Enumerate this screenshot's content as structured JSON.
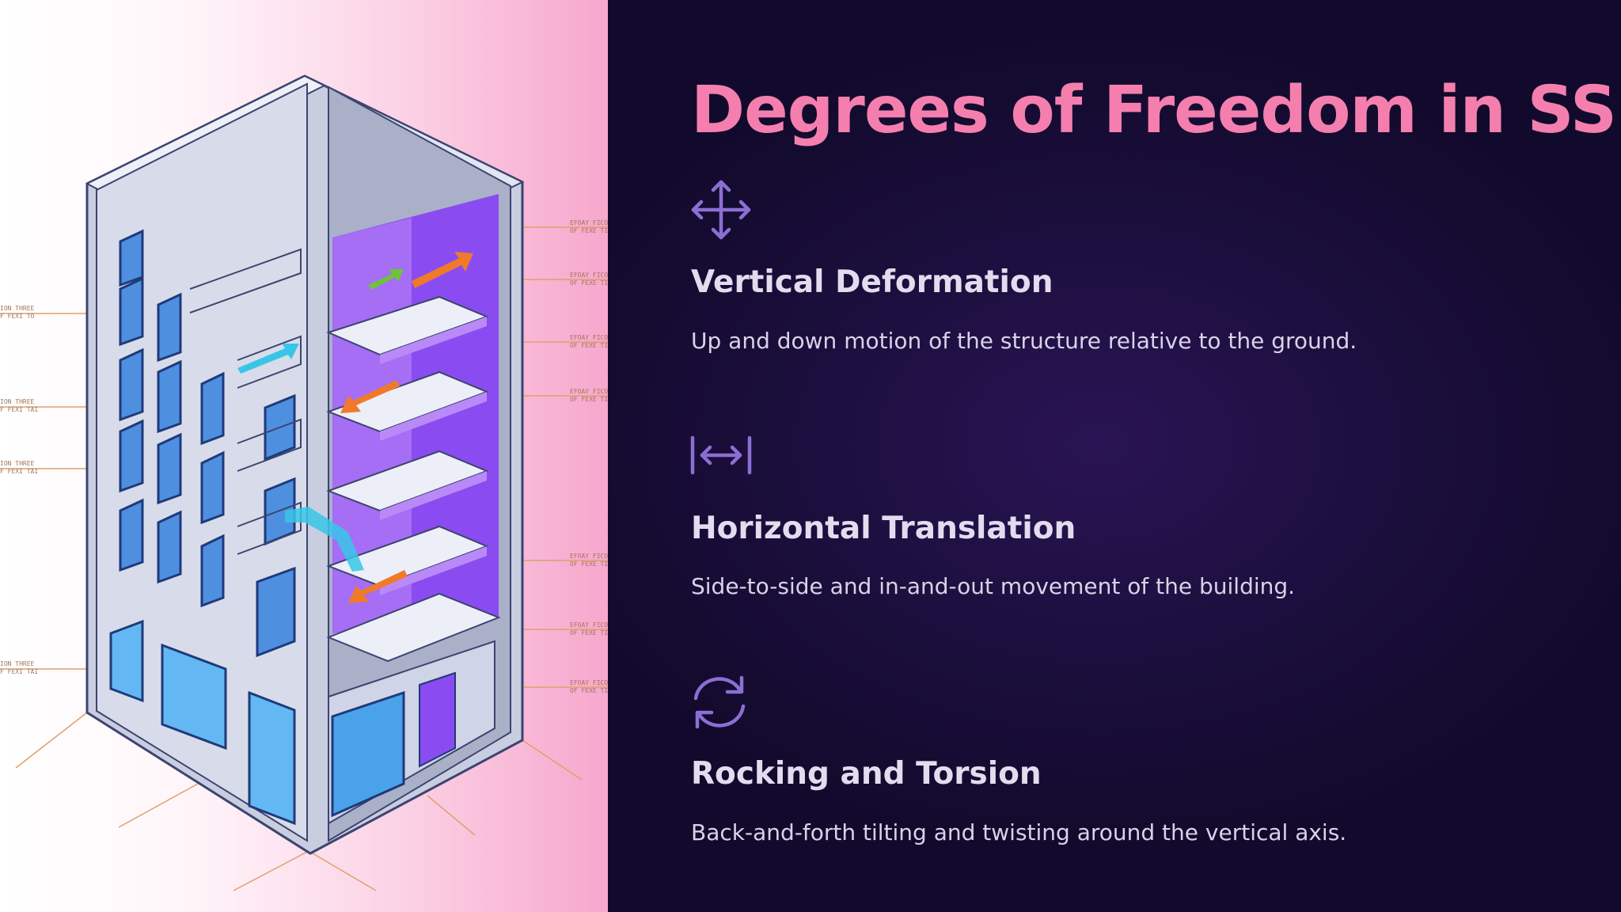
{
  "slide": {
    "title": "Degrees of Freedom in SSI",
    "features": [
      {
        "icon": "move-arrows-icon",
        "title": "Vertical Deformation",
        "description": "Up and down motion of the structure relative to the ground."
      },
      {
        "icon": "horizontal-arrows-icon",
        "title": "Horizontal Translation",
        "description": "Side-to-side and in-and-out movement of the building."
      },
      {
        "icon": "rotate-cycle-icon",
        "title": "Rocking and Torsion",
        "description": "Back-and-forth tilting and twisting around the vertical axis."
      }
    ]
  },
  "colors": {
    "title": "#f47fae",
    "icon": "#8b6fd4",
    "accent_purple": "#8a4cf0",
    "arrow_orange": "#f07a2a",
    "arrow_cyan": "#38c6e8",
    "arrow_green": "#6cc43a"
  }
}
